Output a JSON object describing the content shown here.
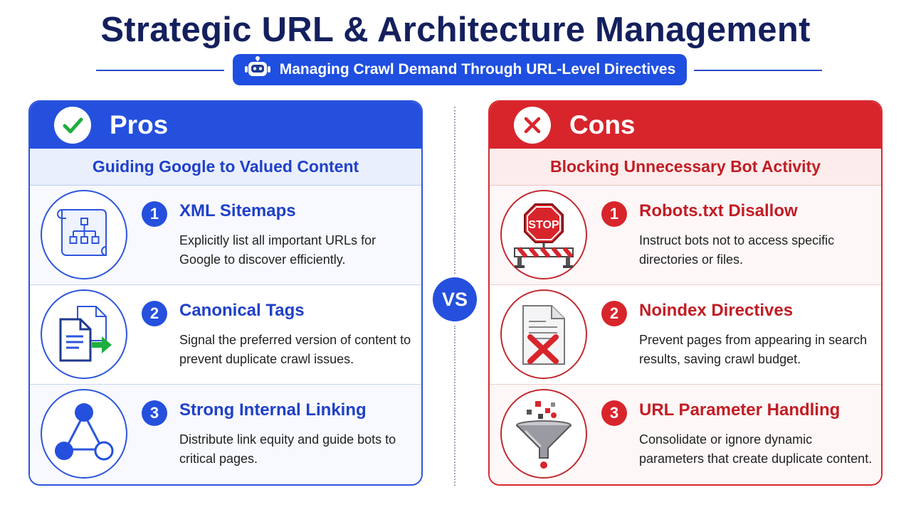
{
  "title": "Strategic URL & Architecture Management",
  "subtitle": "Managing Crawl Demand Through URL-Level Directives",
  "subtitle_icon": "robot-icon",
  "vs_label": "VS",
  "colors": {
    "pros_accent": "#2450dd",
    "cons_accent": "#d8252c",
    "title": "#14205e"
  },
  "pros": {
    "heading": "Pros",
    "heading_icon": "check-icon",
    "subheading": "Guiding Google to Valued Content",
    "items": [
      {
        "number": "1",
        "title": "XML Sitemaps",
        "description": "Explicitly list all important URLs for Google to discover efficiently.",
        "icon": "sitemap-scroll-icon"
      },
      {
        "number": "2",
        "title": "Canonical Tags",
        "description": "Signal the preferred version of content to prevent duplicate crawl issues.",
        "icon": "document-arrow-icon"
      },
      {
        "number": "3",
        "title": "Strong Internal Linking",
        "description": "Distribute link equity and guide bots to critical pages.",
        "icon": "link-network-icon"
      }
    ]
  },
  "cons": {
    "heading": "Cons",
    "heading_icon": "x-icon",
    "subheading": "Blocking Unnecessary Bot Activity",
    "items": [
      {
        "number": "1",
        "title": "Robots.txt Disallow",
        "description": "Instruct bots not to access specific directories or files.",
        "icon": "stop-sign-barrier-icon",
        "icon_text": "STOP"
      },
      {
        "number": "2",
        "title": "Noindex Directives",
        "description": "Prevent pages from appearing in search results, saving crawl budget.",
        "icon": "document-x-icon"
      },
      {
        "number": "3",
        "title": "URL Parameter Handling",
        "description": "Consolidate or ignore dynamic parameters that create duplicate content.",
        "icon": "funnel-icon"
      }
    ]
  }
}
